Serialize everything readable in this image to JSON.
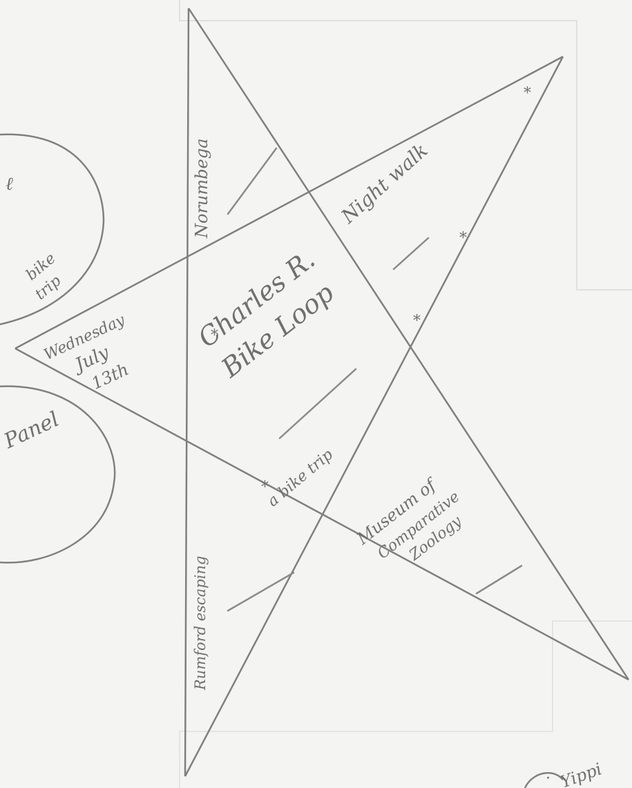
{
  "page": {
    "background": "#f4f4f2",
    "ink": "#7a7a7a"
  },
  "star": {
    "center": {
      "title_line1": "Charles R.",
      "title_line2": "Bike Loop",
      "subtitle": "a bike trip"
    },
    "points": {
      "top": "Norumbega",
      "right": "Night walk",
      "left": {
        "line1": "Wednesday",
        "line2": "July",
        "line3": "13th"
      },
      "bottom_left": "Rumford escaping",
      "bottom_right": {
        "line1": "Museum of",
        "line2": "Comparative",
        "line3": "Zoology"
      }
    }
  },
  "side_notes": {
    "upper_circle": {
      "line1": "bike",
      "line2": "trip"
    },
    "lower_circle": {
      "text": "Panel"
    }
  },
  "footer_note": "Yippi"
}
